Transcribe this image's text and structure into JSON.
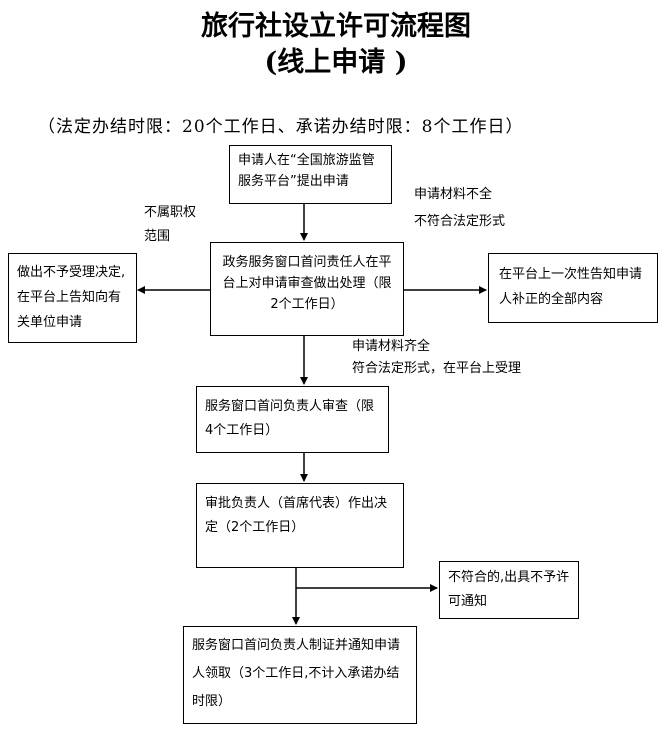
{
  "title": {
    "line1": "旅行社设立许可流程图",
    "line2": "(线上申请 )"
  },
  "subtitle": "（法定办结时限：20个工作日、承诺办结时限：8个工作日）",
  "boxes": {
    "apply": "申请人在“全国旅游监管服务平台”提出申请",
    "review": "政务服务窗口首问责任人在平台上对申请审查做出处理（限2个工作日）",
    "reject": "做出不予受理决定,在平台上告知向有关单位申请",
    "notify": "在平台上一次性告知申请人补正的全部内容",
    "audit": "服务窗口首问负责人审查（限4个工作日）",
    "decide": "审批负责人（首席代表）作出决定（2个工作日）",
    "deny": "不符合的,出具不予许可通知",
    "issue": "服务窗口首问负责人制证并通知申请人领取（3个工作日,不计入承诺办结时限）"
  },
  "notes": {
    "out_of_scope_1": "不属职权",
    "out_of_scope_2": "范围",
    "incomplete_1": "申请材料不全",
    "incomplete_2": "不符合法定形式",
    "complete_1": "申请材料齐全",
    "complete_2": "符合法定形式，在平台上受理"
  }
}
